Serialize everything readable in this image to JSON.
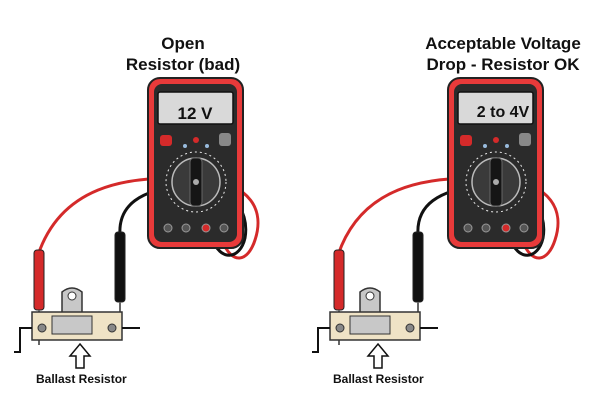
{
  "left": {
    "title_line1": "Open",
    "title_line2": "Resistor (bad)",
    "reading": "12 V",
    "caption": "Ballast Resistor"
  },
  "right": {
    "title_line1": "Acceptable Voltage",
    "title_line2": "Drop - Resistor OK",
    "reading": "2 to 4V",
    "caption": "Ballast Resistor"
  },
  "colors": {
    "meter_body": "#e83a3a",
    "meter_inner": "#2b2b2b",
    "display": "#d9d9d9",
    "red_lead": "#d42a2a",
    "black_lead": "#111111",
    "resistor_body": "#efe3c6",
    "bracket": "#c8c8c8"
  },
  "icons": [
    "multimeter-icon",
    "probe-red-icon",
    "probe-black-icon",
    "ballast-resistor-icon",
    "arrow-up-icon"
  ]
}
